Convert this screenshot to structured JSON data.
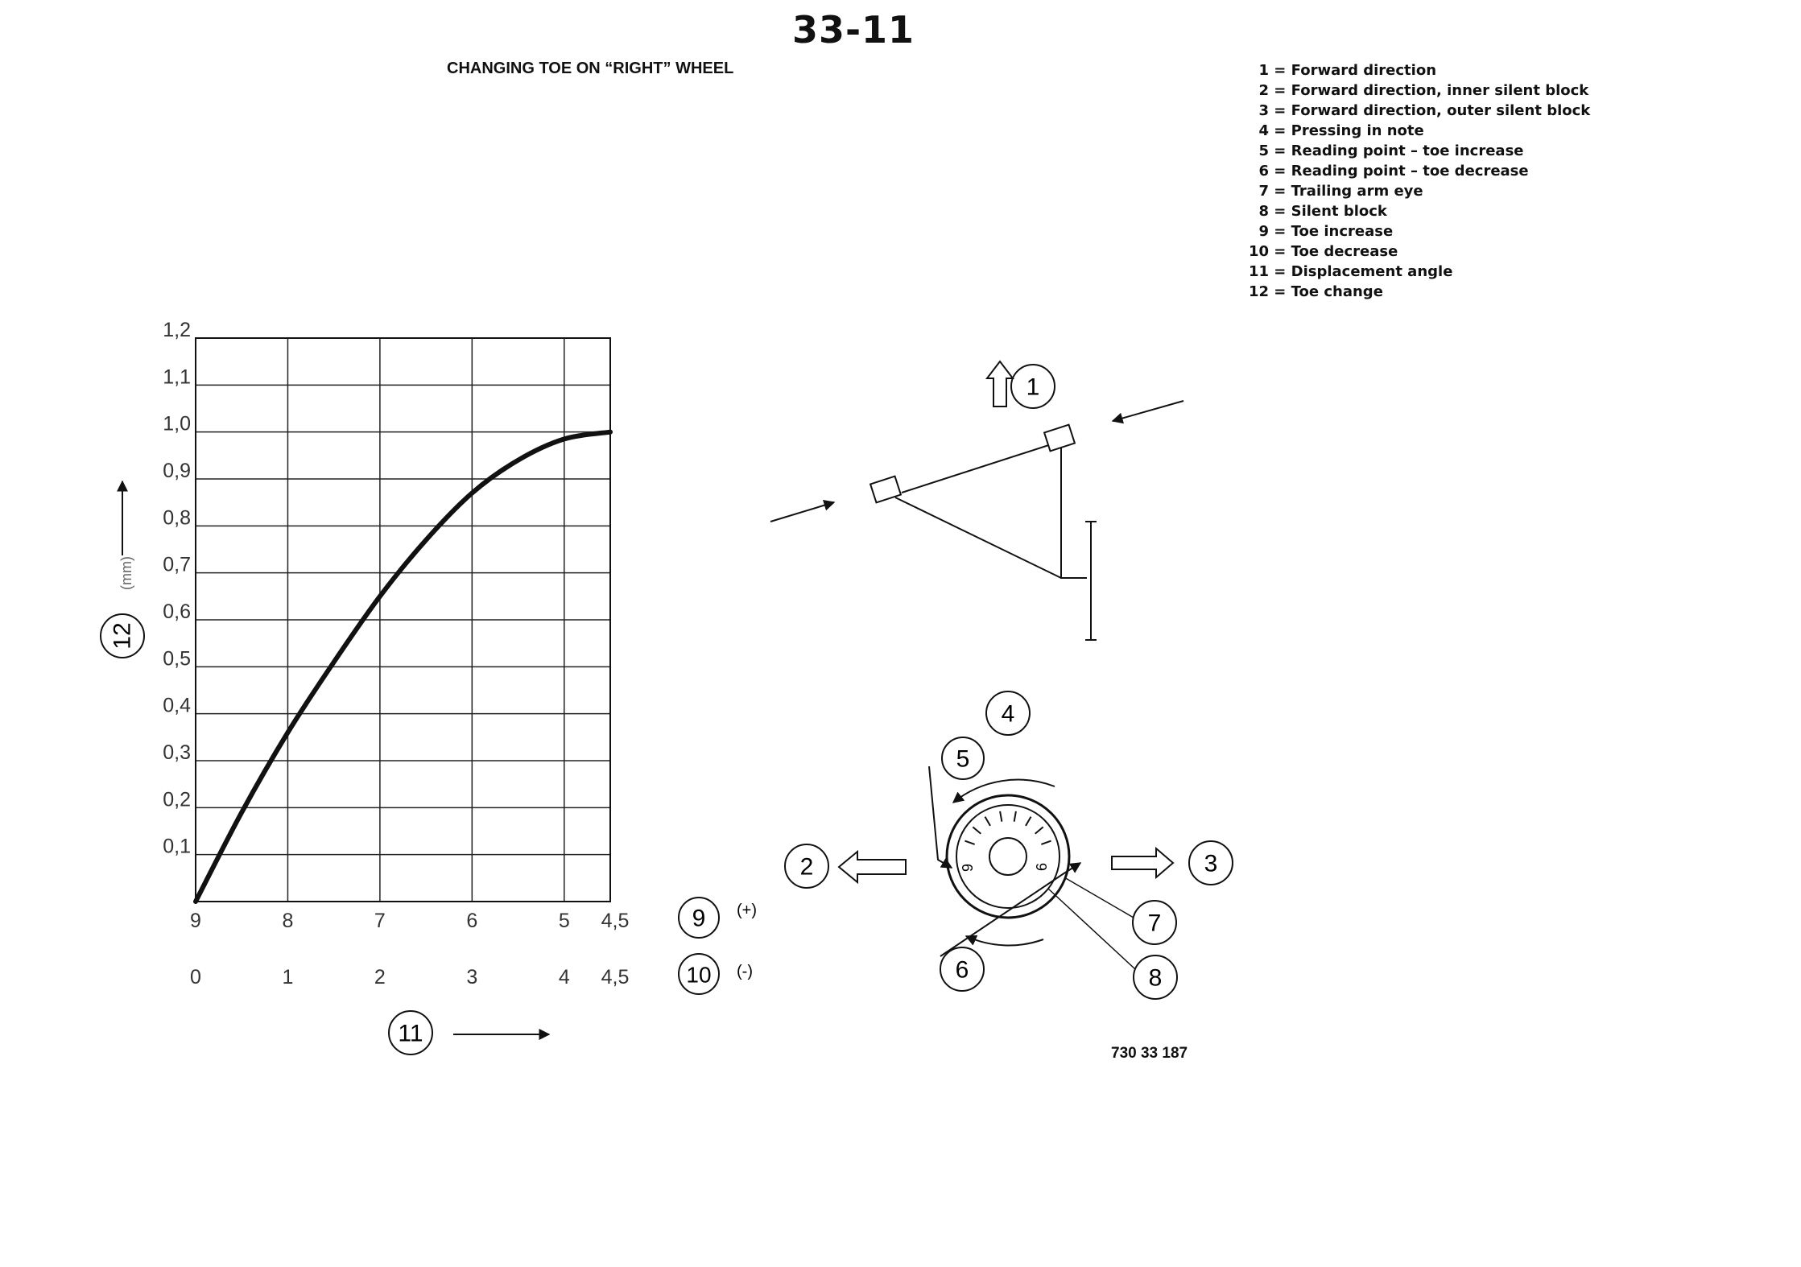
{
  "page_number": "33-11",
  "heading": "CHANGING TOE ON “RIGHT” WHEEL",
  "legend": [
    {
      "num": "1",
      "text": "= Forward direction"
    },
    {
      "num": "2",
      "text": "= Forward direction, inner silent block"
    },
    {
      "num": "3",
      "text": "= Forward direction, outer silent block"
    },
    {
      "num": "4",
      "text": "= Pressing in note"
    },
    {
      "num": "5",
      "text": "= Reading point – toe increase"
    },
    {
      "num": "6",
      "text": "= Reading point – toe decrease"
    },
    {
      "num": "7",
      "text": "= Trailing arm eye"
    },
    {
      "num": "8",
      "text": "= Silent block"
    },
    {
      "num": "9",
      "text": "= Toe increase"
    },
    {
      "num": "10",
      "text": "= Toe decrease"
    },
    {
      "num": "11",
      "text": "= Displacement angle"
    },
    {
      "num": "12",
      "text": "= Toe change"
    }
  ],
  "reference_number": "730 33 187",
  "callouts": {
    "c1": "1",
    "c2": "2",
    "c3": "3",
    "c4": "4",
    "c5": "5",
    "c6": "6",
    "c7": "7",
    "c8": "8",
    "c9": "9",
    "c10": "10",
    "c11": "11",
    "c12": "12"
  },
  "chart": {
    "y_ticks": [
      "1,2",
      "1,1",
      "1,0",
      "0,9",
      "0,8",
      "0,7",
      "0,6",
      "0,5",
      "0,4",
      "0,3",
      "0,2",
      "0,1"
    ],
    "x_ticks_increase": [
      "9",
      "8",
      "7",
      "6",
      "5",
      "4,5"
    ],
    "x_ticks_decrease": [
      "0",
      "1",
      "2",
      "3",
      "4",
      "4,5"
    ],
    "increase_sign": "(+)",
    "decrease_sign": "(-)",
    "ylabel_unit": "(mm)"
  },
  "dial": {
    "left_mark": "9",
    "right_mark": "6"
  },
  "chart_data": {
    "type": "line",
    "x": [
      0,
      0.5,
      1,
      1.5,
      2,
      2.5,
      3,
      3.5,
      4,
      4.5
    ],
    "y": [
      0,
      0.19,
      0.36,
      0.51,
      0.65,
      0.77,
      0.87,
      0.94,
      0.985,
      1.0
    ],
    "xlim": [
      0,
      4.5
    ],
    "ylim": [
      0,
      1.2
    ],
    "x_ticks": [
      0,
      1,
      2,
      3,
      4,
      4.5
    ],
    "y_ticks": [
      0.1,
      0.2,
      0.3,
      0.4,
      0.5,
      0.6,
      0.7,
      0.8,
      0.9,
      1.0,
      1.1,
      1.2
    ],
    "grid": true
  }
}
